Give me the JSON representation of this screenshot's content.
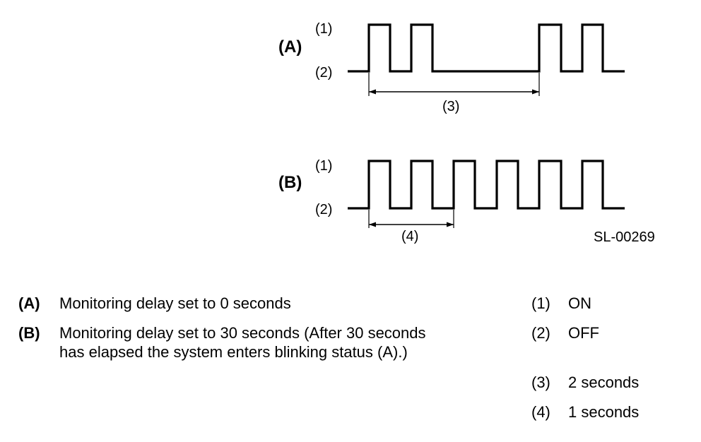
{
  "diagram": {
    "figure_id": "SL-00269",
    "panel_a": {
      "label": "(A)",
      "level_on": "(1)",
      "level_off": "(2)",
      "interval_label": "(3)"
    },
    "panel_b": {
      "label": "(B)",
      "level_on": "(1)",
      "level_off": "(2)",
      "interval_label": "(4)"
    }
  },
  "legend": {
    "left": [
      {
        "key": "(A)",
        "lines": [
          "Monitoring delay set to 0 seconds"
        ]
      },
      {
        "key": "(B)",
        "lines": [
          "Monitoring delay set to 30 seconds (After 30 seconds",
          "has elapsed the system enters blinking status (A).)"
        ]
      }
    ],
    "right": [
      {
        "key": "(1)",
        "text": "ON"
      },
      {
        "key": "(2)",
        "text": "OFF"
      },
      {
        "key": "(3)",
        "text": "2 seconds"
      },
      {
        "key": "(4)",
        "text": "1 seconds"
      }
    ]
  }
}
